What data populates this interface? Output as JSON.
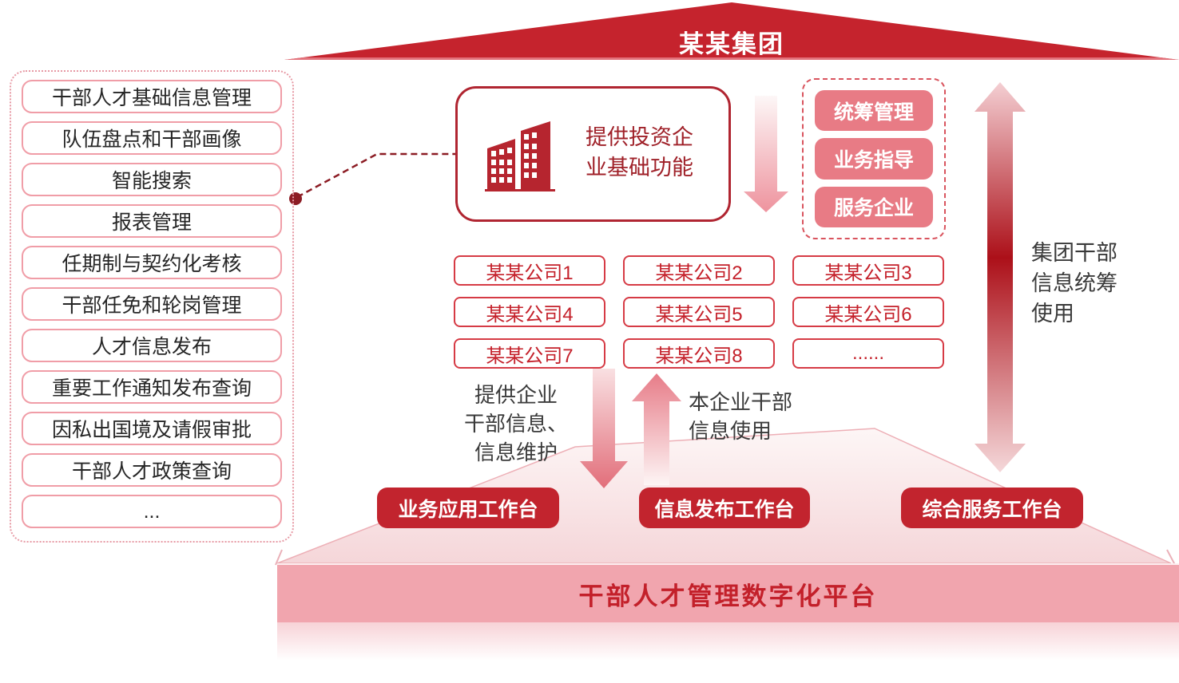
{
  "palette": {
    "primary_red": "#c5232d",
    "deep_red_text": "#9f2028",
    "dark_red_button": "#c2242e",
    "salmon_button": "#e87b85",
    "platform_pink": "#f1a5ae",
    "company_red": "#c4202a",
    "connector_red": "#8c1c24",
    "label_gray": "#3a3a3a"
  },
  "roof": {
    "title": "某某集团"
  },
  "left_panel": {
    "items": [
      "干部人才基础信息管理",
      "队伍盘点和干部画像",
      "智能搜索",
      "报表管理",
      "任期制与契约化考核",
      "干部任免和轮岗管理",
      "人才信息发布",
      "重要工作通知发布查询",
      "因私出国境及请假审批",
      "干部人才政策查询",
      "..."
    ]
  },
  "center_box": {
    "icon": "buildings-icon",
    "label_lines": [
      "提供投资企",
      "业基础功能"
    ]
  },
  "group_panel": {
    "items": [
      "统筹管理",
      "业务指导",
      "服务企业"
    ]
  },
  "companies": [
    "某某公司1",
    "某某公司2",
    "某某公司3",
    "某某公司4",
    "某某公司5",
    "某某公司6",
    "某某公司7",
    "某某公司8",
    "......"
  ],
  "flow_labels": {
    "provide": [
      "提供企业",
      "干部信息、",
      "信息维护"
    ],
    "use": [
      "本企业干部",
      "信息使用"
    ],
    "group_use": [
      "集团干部",
      "信息统筹",
      "使用"
    ]
  },
  "workbenches": [
    "业务应用工作台",
    "信息发布工作台",
    "综合服务工作台"
  ],
  "platform": {
    "title": "干部人才管理数字化平台"
  }
}
